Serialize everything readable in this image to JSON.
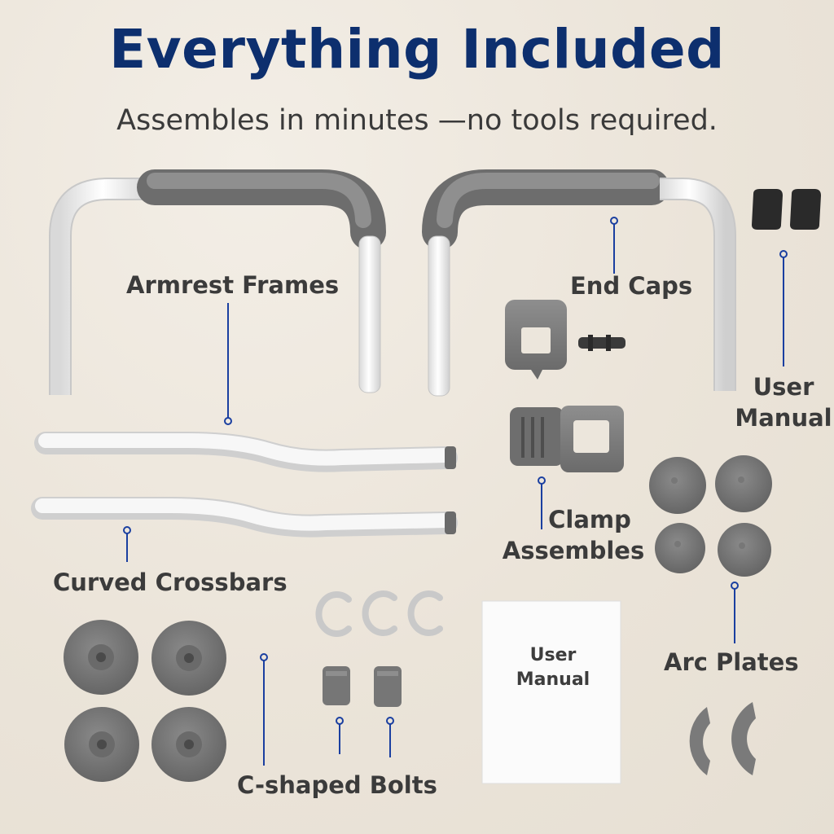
{
  "header": {
    "title": "Everything Included",
    "subtitle": "Assembles in minutes —no tools required."
  },
  "labels": {
    "armrest_frames": "Armrest Frames",
    "end_caps": "End Caps",
    "user_manual_line1": "User",
    "user_manual_line2": "Manual",
    "clamp_line1": "Clamp",
    "clamp_line2": "Assembles",
    "curved_crossbars": "Curved Crossbars",
    "arc_plates": "Arc Plates",
    "c_shaped_bolts": "C-shaped Bolts"
  },
  "manual_sheet": {
    "line1": "User",
    "line2": "Manual"
  },
  "colors": {
    "title": "#0d2f6e",
    "accent_line": "#1a3fa0",
    "grey_part": "#7a7a7a",
    "white_tube": "#f4f4f4"
  }
}
